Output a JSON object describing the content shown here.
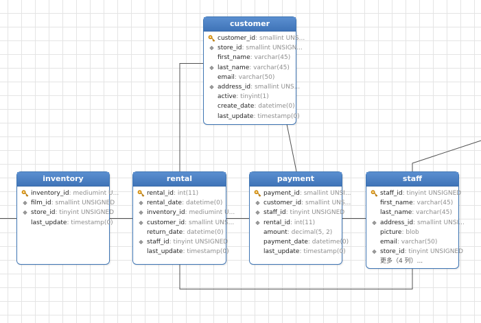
{
  "tables": [
    {
      "id": "customer",
      "title": "customer",
      "columns": [
        {
          "name": "customer_id",
          "type": ": smallint UNS...",
          "icon": "primary-key-icon"
        },
        {
          "name": "store_id",
          "type": ": smallint UNSIGN...",
          "icon": "index-icon"
        },
        {
          "name": "first_name",
          "type": ": varchar(45)",
          "icon": ""
        },
        {
          "name": "last_name",
          "type": ": varchar(45)",
          "icon": "index-icon"
        },
        {
          "name": "email",
          "type": ": varchar(50)",
          "icon": ""
        },
        {
          "name": "address_id",
          "type": ": smallint UNS...",
          "icon": "index-icon"
        },
        {
          "name": "active",
          "type": ": tinyint(1)",
          "icon": ""
        },
        {
          "name": "create_date",
          "type": ": datetime(0)",
          "icon": ""
        },
        {
          "name": "last_update",
          "type": ": timestamp(0)",
          "icon": ""
        }
      ]
    },
    {
      "id": "inventory",
      "title": "inventory",
      "columns": [
        {
          "name": "inventory_id",
          "type": ": mediumint U...",
          "icon": "primary-key-icon"
        },
        {
          "name": "film_id",
          "type": ": smallint UNSIGNED",
          "icon": "index-icon"
        },
        {
          "name": "store_id",
          "type": ": tinyint UNSIGNED",
          "icon": "index-icon"
        },
        {
          "name": "last_update",
          "type": ": timestamp(0)",
          "icon": ""
        }
      ]
    },
    {
      "id": "rental",
      "title": "rental",
      "columns": [
        {
          "name": "rental_id",
          "type": ": int(11)",
          "icon": "primary-key-icon"
        },
        {
          "name": "rental_date",
          "type": ": datetime(0)",
          "icon": "index-icon"
        },
        {
          "name": "inventory_id",
          "type": ": mediumint U...",
          "icon": "index-icon"
        },
        {
          "name": "customer_id",
          "type": ": smallint UNS...",
          "icon": "index-icon"
        },
        {
          "name": "return_date",
          "type": ": datetime(0)",
          "icon": ""
        },
        {
          "name": "staff_id",
          "type": ": tinyint UNSIGNED",
          "icon": "index-icon"
        },
        {
          "name": "last_update",
          "type": ": timestamp(0)",
          "icon": ""
        }
      ]
    },
    {
      "id": "payment",
      "title": "payment",
      "columns": [
        {
          "name": "payment_id",
          "type": ": smallint UNSI...",
          "icon": "primary-key-icon"
        },
        {
          "name": "customer_id",
          "type": ": smallint UNS...",
          "icon": "index-icon"
        },
        {
          "name": "staff_id",
          "type": ": tinyint UNSIGNED",
          "icon": "index-icon"
        },
        {
          "name": "rental_id",
          "type": ": int(11)",
          "icon": "index-icon"
        },
        {
          "name": "amount",
          "type": ": decimal(5, 2)",
          "icon": ""
        },
        {
          "name": "payment_date",
          "type": ": datetime(0)",
          "icon": ""
        },
        {
          "name": "last_update",
          "type": ": timestamp(0)",
          "icon": ""
        }
      ]
    },
    {
      "id": "staff",
      "title": "staff",
      "columns": [
        {
          "name": "staff_id",
          "type": ": tinyint UNSIGNED",
          "icon": "primary-key-icon"
        },
        {
          "name": "first_name",
          "type": ": varchar(45)",
          "icon": ""
        },
        {
          "name": "last_name",
          "type": ": varchar(45)",
          "icon": ""
        },
        {
          "name": "address_id",
          "type": ": smallint UNSI...",
          "icon": "index-icon"
        },
        {
          "name": "picture",
          "type": ": blob",
          "icon": ""
        },
        {
          "name": "email",
          "type": ": varchar(50)",
          "icon": ""
        },
        {
          "name": "store_id",
          "type": ": tinyint UNSIGNED",
          "icon": "index-icon"
        }
      ],
      "more_label": "更多（4 列）..."
    }
  ],
  "colors": {
    "header": "#4a80c2",
    "border": "#3d74b3",
    "key": "#e8a31c",
    "index": "#9a9a9a",
    "connector": "#505050"
  }
}
